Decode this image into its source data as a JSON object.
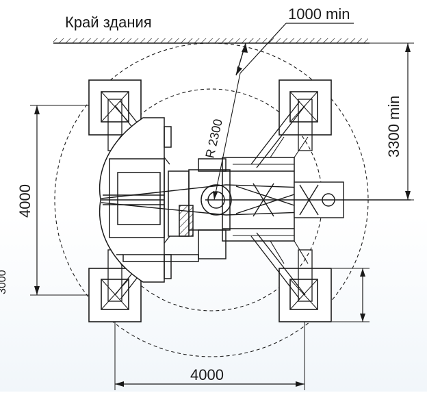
{
  "labels": {
    "building_edge": "Край здания",
    "clearance": "1000 min",
    "outrigger_distance": "3300 min",
    "span_left": "4000",
    "span_bottom": "4000",
    "radius": "R 2300",
    "edge_left_partial": "3000"
  },
  "colors": {
    "ink": "#1a1a1a",
    "background": "#ffffff"
  }
}
